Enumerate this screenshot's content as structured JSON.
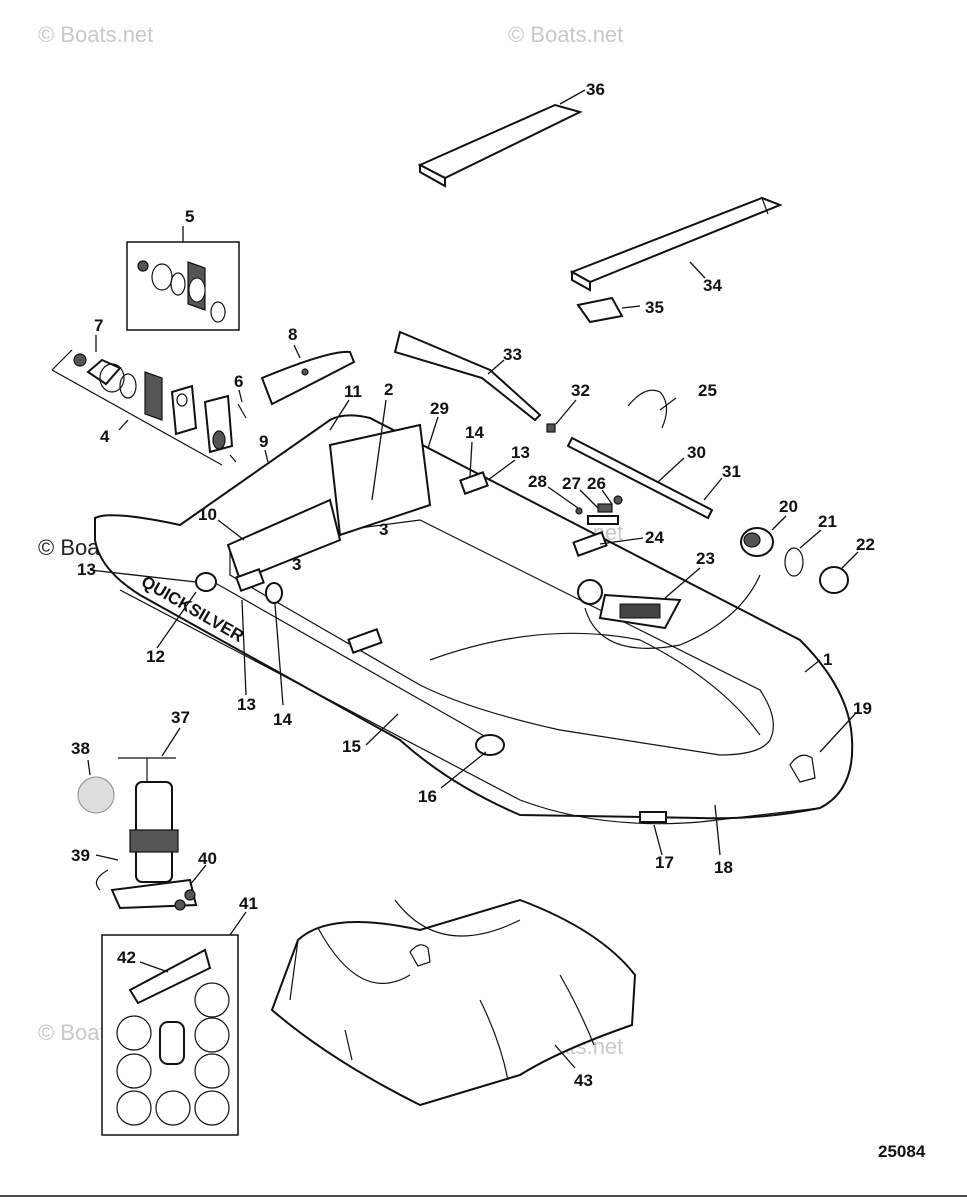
{
  "watermarks": {
    "top_left": "© Boats.net",
    "top_right": "© Boats.net",
    "middle_left": "© Boats.net",
    "middle_right": "© Boats.net",
    "bottom_left": "© Boats",
    "bottom_right": "© Boats.net"
  },
  "boat_brand_text": "QUICKSILVER",
  "figure_number": "25084",
  "callouts": [
    "1",
    "2",
    "3",
    "3",
    "4",
    "5",
    "6",
    "7",
    "8",
    "9",
    "10",
    "11",
    "12",
    "13",
    "13",
    "13",
    "14",
    "14",
    "15",
    "16",
    "17",
    "18",
    "19",
    "20",
    "21",
    "22",
    "23",
    "24",
    "25",
    "26",
    "27",
    "28",
    "29",
    "30",
    "31",
    "32",
    "33",
    "34",
    "35",
    "36",
    "37",
    "38",
    "39",
    "40",
    "41",
    "42",
    "43"
  ]
}
